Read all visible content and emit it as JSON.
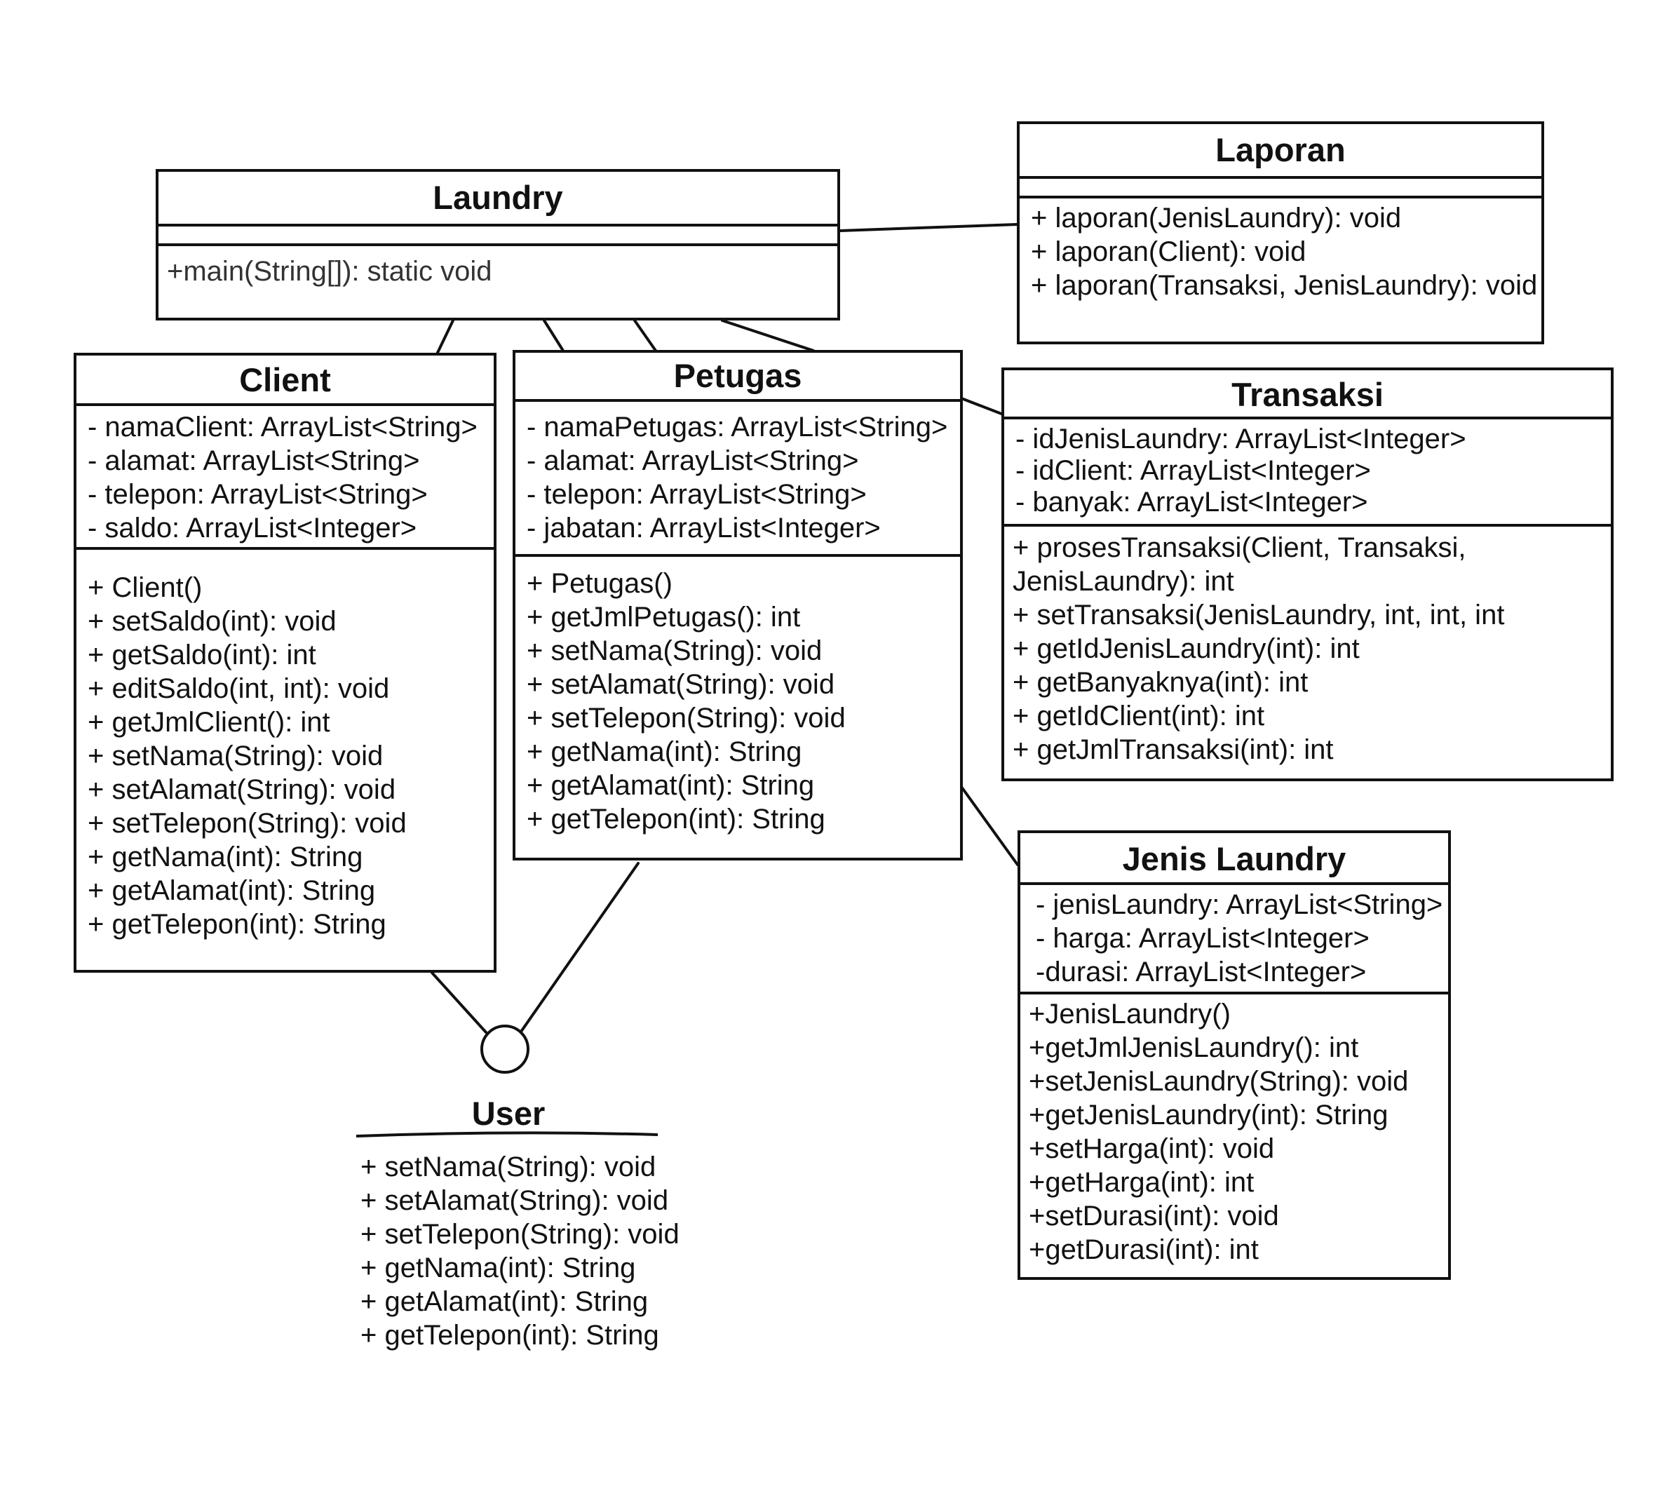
{
  "classes": {
    "laundry": {
      "name": "Laundry",
      "attributes": [],
      "methods": [
        "+main(String[]): static void"
      ]
    },
    "laporan": {
      "name": "Laporan",
      "attributes": [],
      "methods": [
        "+ laporan(JenisLaundry): void",
        "+ laporan(Client): void",
        "+ laporan(Transaksi, JenisLaundry): void"
      ]
    },
    "client": {
      "name": "Client",
      "attributes": [
        "- namaClient: ArrayList<String>",
        "- alamat: ArrayList<String>",
        "- telepon: ArrayList<String>",
        "- saldo: ArrayList<Integer>"
      ],
      "methods": [
        "+ Client()",
        "+ setSaldo(int): void",
        "+ getSaldo(int): int",
        "+ editSaldo(int, int): void",
        "+ getJmlClient(): int",
        "+ setNama(String): void",
        "+ setAlamat(String): void",
        "+ setTelepon(String): void",
        "+ getNama(int): String",
        "+ getAlamat(int): String",
        "+ getTelepon(int): String"
      ]
    },
    "petugas": {
      "name": "Petugas",
      "attributes": [
        "- namaPetugas: ArrayList<String>",
        "- alamat: ArrayList<String>",
        "- telepon: ArrayList<String>",
        "- jabatan: ArrayList<Integer>"
      ],
      "methods": [
        "+ Petugas()",
        "+ getJmlPetugas(): int",
        "+ setNama(String): void",
        "+ setAlamat(String): void",
        "+ setTelepon(String): void",
        "+ getNama(int): String",
        "+ getAlamat(int): String",
        "+ getTelepon(int): String"
      ]
    },
    "transaksi": {
      "name": "Transaksi",
      "attributes": [
        "- idJenisLaundry: ArrayList<Integer>",
        "- idClient: ArrayList<Integer>",
        "- banyak: ArrayList<Integer>"
      ],
      "methods": [
        "+ prosesTransaksi(Client, Transaksi,",
        "JenisLaundry): int",
        "+ setTransaksi(JenisLaundry, int, int, int",
        "+ getIdJenisLaundry(int): int",
        "+ getBanyaknya(int): int",
        "+ getIdClient(int): int",
        "+ getJmlTransaksi(int): int"
      ]
    },
    "jenis_laundry": {
      "name": "Jenis Laundry",
      "attributes": [
        "- jenisLaundry: ArrayList<String>",
        "- harga: ArrayList<Integer>",
        "-durasi: ArrayList<Integer>"
      ],
      "methods": [
        "+JenisLaundry()",
        "+getJmlJenisLaundry(): int",
        "+setJenisLaundry(String): void",
        "+getJenisLaundry(int): String",
        "+setHarga(int): void",
        "+getHarga(int): int",
        "+setDurasi(int): void",
        "+getDurasi(int): int"
      ]
    }
  },
  "user_interface": {
    "name": "User",
    "methods": [
      "+ setNama(String): void",
      "+ setAlamat(String): void",
      "+ setTelepon(String): void",
      "+ getNama(int): String",
      "+ getAlamat(int): String",
      "+ getTelepon(int): String"
    ]
  },
  "colors": {
    "stroke": "#111111",
    "background": "#ffffff",
    "text": "#111111"
  }
}
